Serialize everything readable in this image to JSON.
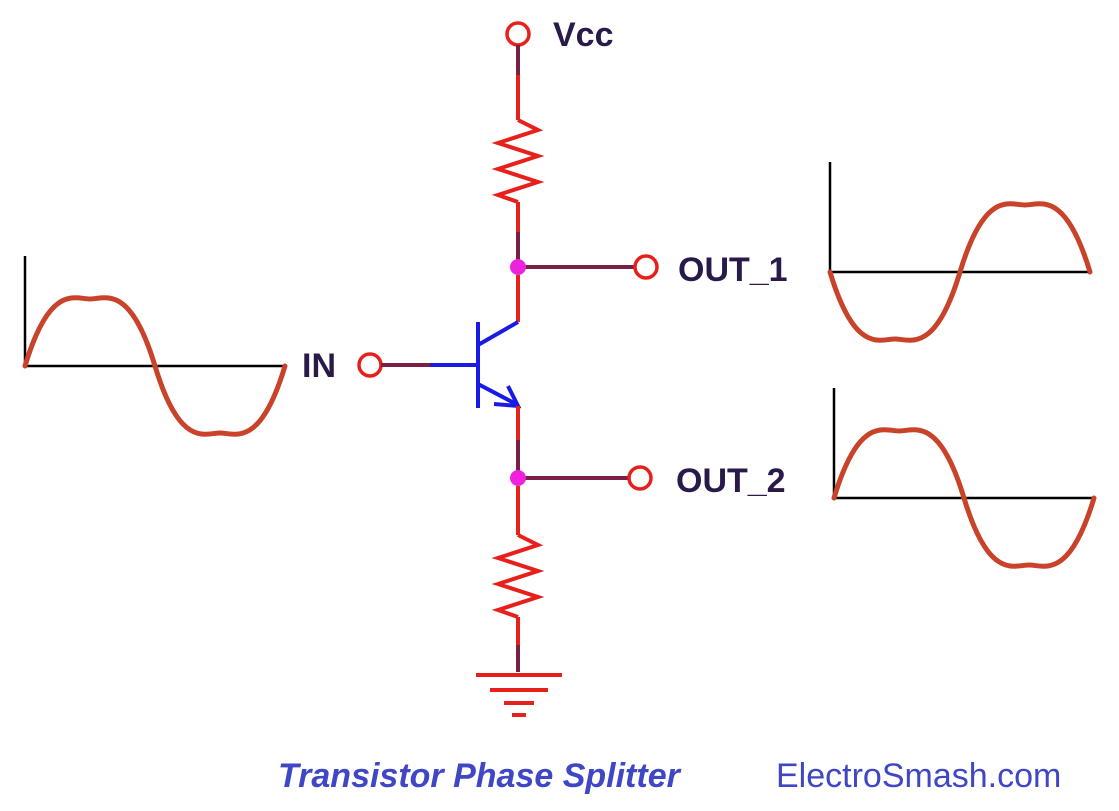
{
  "labels": {
    "vcc": "Vcc",
    "out1": "OUT_1",
    "out2": "OUT_2",
    "in": "IN"
  },
  "footer": {
    "title": "Transistor Phase Splitter",
    "site": "ElectroSmash.com"
  },
  "colors": {
    "wire": "#e8201c",
    "wire_dark": "#7a1f45",
    "component": "#1a1ae6",
    "node": "#ee22dd",
    "waveform": "#c8432a",
    "text": "#2a1a4a",
    "caption": "#3f47c4"
  },
  "waveforms": {
    "input": "sine",
    "out_1": "inverted-sine",
    "out_2": "sine"
  }
}
